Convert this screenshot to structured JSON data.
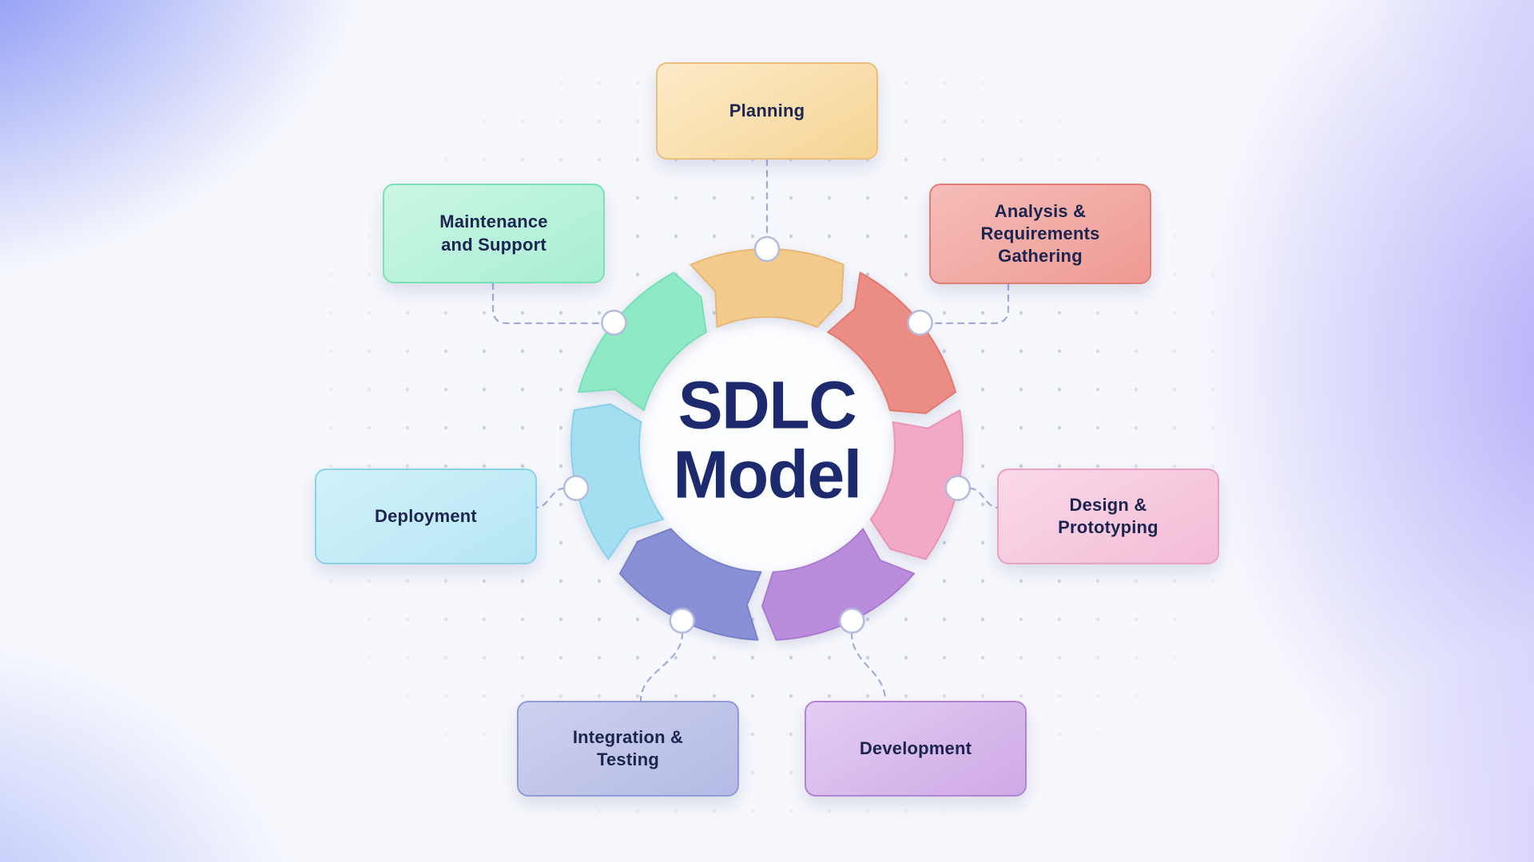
{
  "diagram_title": "SDLC\nModel",
  "colors": {
    "title": "#1e2a6e",
    "label_text": "#1c2450",
    "connector": "#a3abd6",
    "node_fill": "#ffffff",
    "node_border": "#b4bbdd",
    "inner_circle": "#fcfdff"
  },
  "phases": [
    {
      "id": "planning",
      "label": "Planning",
      "segment_fill": "#f2cb8c",
      "segment_edge": "#e7b873",
      "box_bg1": "#fcebc9",
      "box_bg2": "#f6d494",
      "box_border": "#e9bf7e"
    },
    {
      "id": "analysis",
      "label": "Analysis &\nRequirements\nGathering",
      "segment_fill": "#ec8d85",
      "segment_edge": "#e27a71",
      "box_bg1": "#f6bdb8",
      "box_bg2": "#ee9a93",
      "box_border": "#dd7f77"
    },
    {
      "id": "design",
      "label": "Design &\nPrototyping",
      "segment_fill": "#f2a9c5",
      "segment_edge": "#ea94b6",
      "box_bg1": "#fad9e9",
      "box_bg2": "#f3bcd6",
      "box_border": "#e9a2c2"
    },
    {
      "id": "development",
      "label": "Development",
      "segment_fill": "#b98ddb",
      "segment_edge": "#ab7ad0",
      "box_bg1": "#e3cdf3",
      "box_bg2": "#cfa9e6",
      "box_border": "#b283d2"
    },
    {
      "id": "integration",
      "label": "Integration &\nTesting",
      "segment_fill": "#8990d5",
      "segment_edge": "#7981cb",
      "box_bg1": "#cdd1ef",
      "box_bg2": "#b4bae4",
      "box_border": "#939bd6"
    },
    {
      "id": "deployment",
      "label": "Deployment",
      "segment_fill": "#a3dff1",
      "segment_edge": "#8ad2e9",
      "box_bg1": "#d2f1fa",
      "box_bg2": "#b5e6f4",
      "box_border": "#8bd2e8"
    },
    {
      "id": "maintenance",
      "label": "Maintenance\nand Support",
      "segment_fill": "#8fe9c6",
      "segment_edge": "#79dfb6",
      "box_bg1": "#cbf6e5",
      "box_bg2": "#a9efd2",
      "box_border": "#7ce0b6"
    }
  ]
}
